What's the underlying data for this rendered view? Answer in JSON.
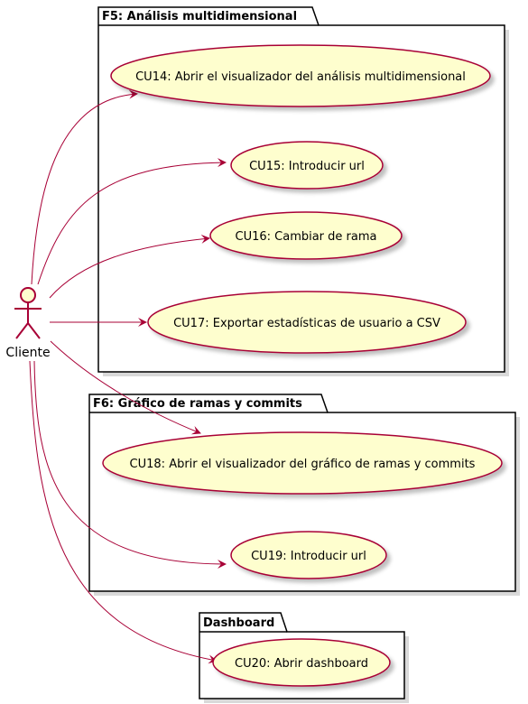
{
  "colors": {
    "background": "#ffffff",
    "usecase_fill": "#fefece",
    "usecase_border": "#a80036",
    "arrow": "#a80036",
    "package_border": "#000000",
    "package_fill": "#ffffff",
    "shadow": "#d0d0d0"
  },
  "actor": {
    "name": "Cliente",
    "icon": "stick-figure-actor-icon"
  },
  "packages": [
    {
      "title": "F5: Análisis multidimensional",
      "use_cases": [
        "CU14: Abrir el visualizador del análisis multidimensional",
        "CU15: Introducir url",
        "CU16: Cambiar de rama",
        "CU17: Exportar estadísticas de usuario a CSV"
      ]
    },
    {
      "title": "F6: Gráfico de ramas y commits",
      "use_cases": [
        "CU18: Abrir el visualizador del gráfico de ramas y commits",
        "CU19: Introducir  url"
      ]
    },
    {
      "title": "Dashboard",
      "use_cases": [
        "CU20: Abrir dashboard"
      ]
    }
  ]
}
